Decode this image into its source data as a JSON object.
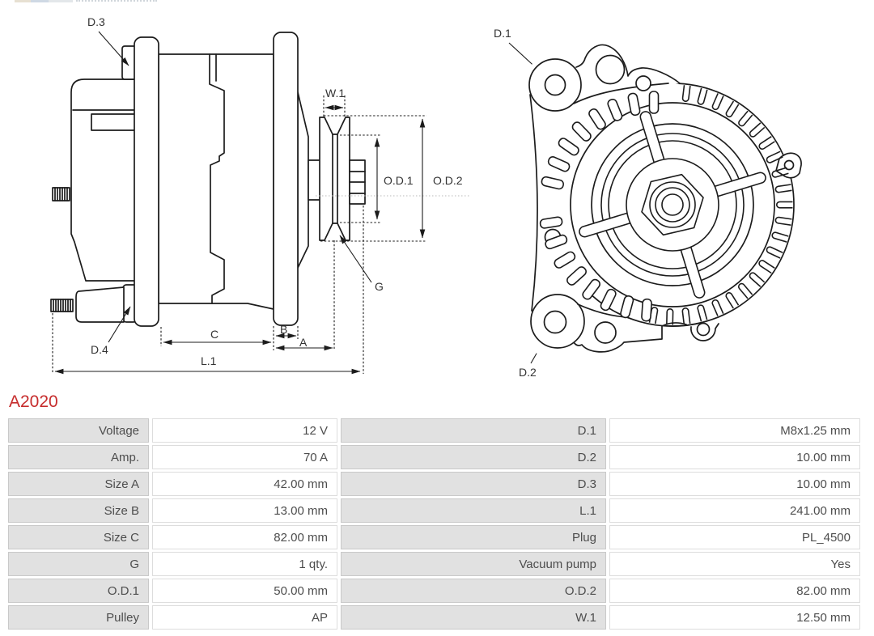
{
  "part": {
    "number": "A2020"
  },
  "diagram": {
    "left_labels": {
      "d3": "D.3",
      "d4": "D.4",
      "w1": "W.1",
      "od1": "O.D.1",
      "od2": "O.D.2",
      "g": "G",
      "a": "A",
      "b": "B",
      "c": "C",
      "l1": "L.1"
    },
    "right_labels": {
      "d1": "D.1",
      "d2": "D.2"
    }
  },
  "spec_table": {
    "rows": [
      {
        "label_left": "Voltage",
        "value_left": "12 V",
        "label_right": "D.1",
        "value_right": "M8x1.25 mm"
      },
      {
        "label_left": "Amp.",
        "value_left": "70 A",
        "label_right": "D.2",
        "value_right": "10.00 mm"
      },
      {
        "label_left": "Size A",
        "value_left": "42.00 mm",
        "label_right": "D.3",
        "value_right": "10.00 mm"
      },
      {
        "label_left": "Size B",
        "value_left": "13.00 mm",
        "label_right": "L.1",
        "value_right": "241.00 mm"
      },
      {
        "label_left": "Size C",
        "value_left": "82.00 mm",
        "label_right": "Plug",
        "value_right": "PL_4500"
      },
      {
        "label_left": "G",
        "value_left": "1 qty.",
        "label_right": "Vacuum pump",
        "value_right": "Yes"
      },
      {
        "label_left": "O.D.1",
        "value_left": "50.00 mm",
        "label_right": "O.D.2",
        "value_right": "82.00 mm"
      },
      {
        "label_left": "Pulley",
        "value_left": "AP",
        "label_right": "W.1",
        "value_right": "12.50 mm"
      }
    ]
  }
}
